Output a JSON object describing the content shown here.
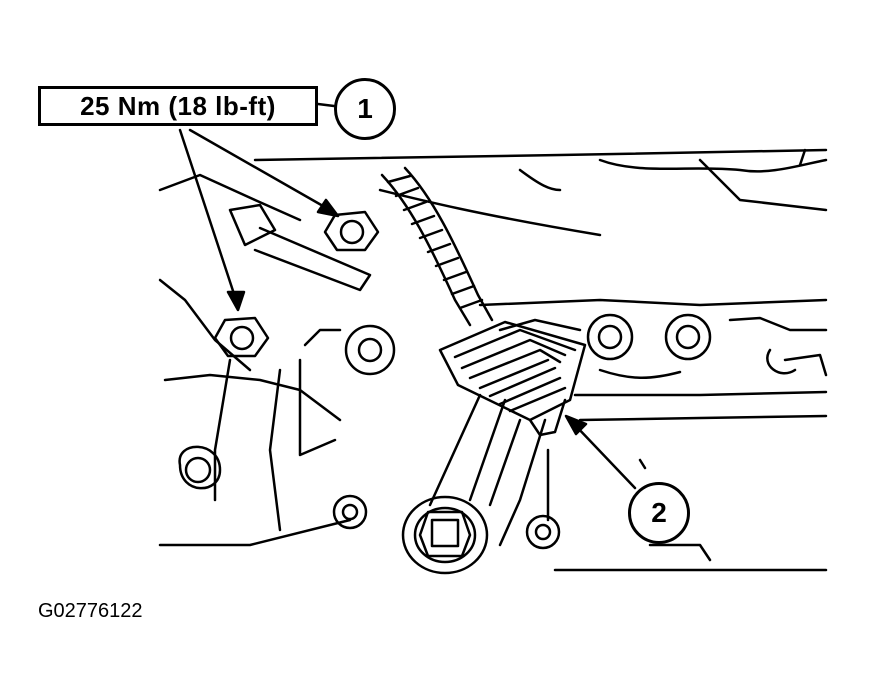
{
  "torque_spec": "25 Nm (18 lb-ft)",
  "callouts": {
    "one": "1",
    "two": "2"
  },
  "figure_id": "G02776122",
  "colors": {
    "line": "#000000",
    "background": "#ffffff"
  }
}
